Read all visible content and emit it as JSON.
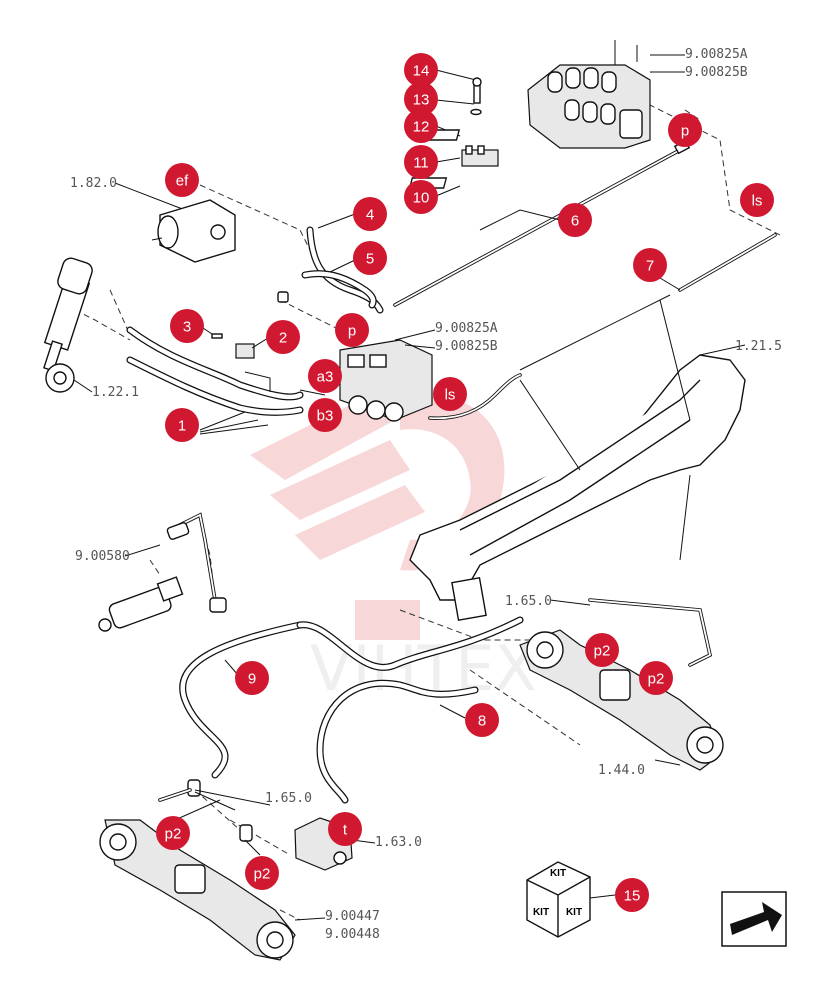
{
  "callouts": [
    {
      "id": "c14",
      "label": "14"
    },
    {
      "id": "c13",
      "label": "13"
    },
    {
      "id": "c12",
      "label": "12"
    },
    {
      "id": "c11",
      "label": "11"
    },
    {
      "id": "c10",
      "label": "10"
    },
    {
      "id": "cef",
      "label": "ef"
    },
    {
      "id": "c4",
      "label": "4"
    },
    {
      "id": "c5",
      "label": "5"
    },
    {
      "id": "c6",
      "label": "6"
    },
    {
      "id": "cp1",
      "label": "p"
    },
    {
      "id": "cls1",
      "label": "ls"
    },
    {
      "id": "c7",
      "label": "7"
    },
    {
      "id": "c3",
      "label": "3"
    },
    {
      "id": "c2",
      "label": "2"
    },
    {
      "id": "cp2",
      "label": "p"
    },
    {
      "id": "ca3",
      "label": "a3"
    },
    {
      "id": "cb3",
      "label": "b3"
    },
    {
      "id": "cls2",
      "label": "ls"
    },
    {
      "id": "c1",
      "label": "1"
    },
    {
      "id": "c9",
      "label": "9"
    },
    {
      "id": "c8",
      "label": "8"
    },
    {
      "id": "cp2a",
      "label": "p2"
    },
    {
      "id": "cp2b",
      "label": "p2"
    },
    {
      "id": "cp2c",
      "label": "p2"
    },
    {
      "id": "cp2d",
      "label": "p2"
    },
    {
      "id": "ct",
      "label": "t"
    },
    {
      "id": "c15",
      "label": "15"
    }
  ],
  "references": {
    "valve_top_a": "9.00825A",
    "valve_top_b": "9.00825B",
    "pump": "1.82.0",
    "valve_block_a": "9.00825A",
    "valve_block_b": "9.00825B",
    "frame": "1.21.5",
    "cylinder": "1.22.1",
    "brake_pump": "9.00580",
    "front_fitting": "1.65.0",
    "front_axle": "1.44.0",
    "rear_fitting": "1.65.0",
    "rear_valve": "1.63.0",
    "rear_axle_a": "9.00447",
    "rear_axle_b": "9.00448"
  },
  "kit": {
    "label": "KIT"
  },
  "watermark": {
    "text": "VIHTEX"
  },
  "colors": {
    "badge": "#d01931",
    "watermark": "#f2b8b8"
  },
  "icons": {
    "nav": "next-page-arrow-icon"
  }
}
